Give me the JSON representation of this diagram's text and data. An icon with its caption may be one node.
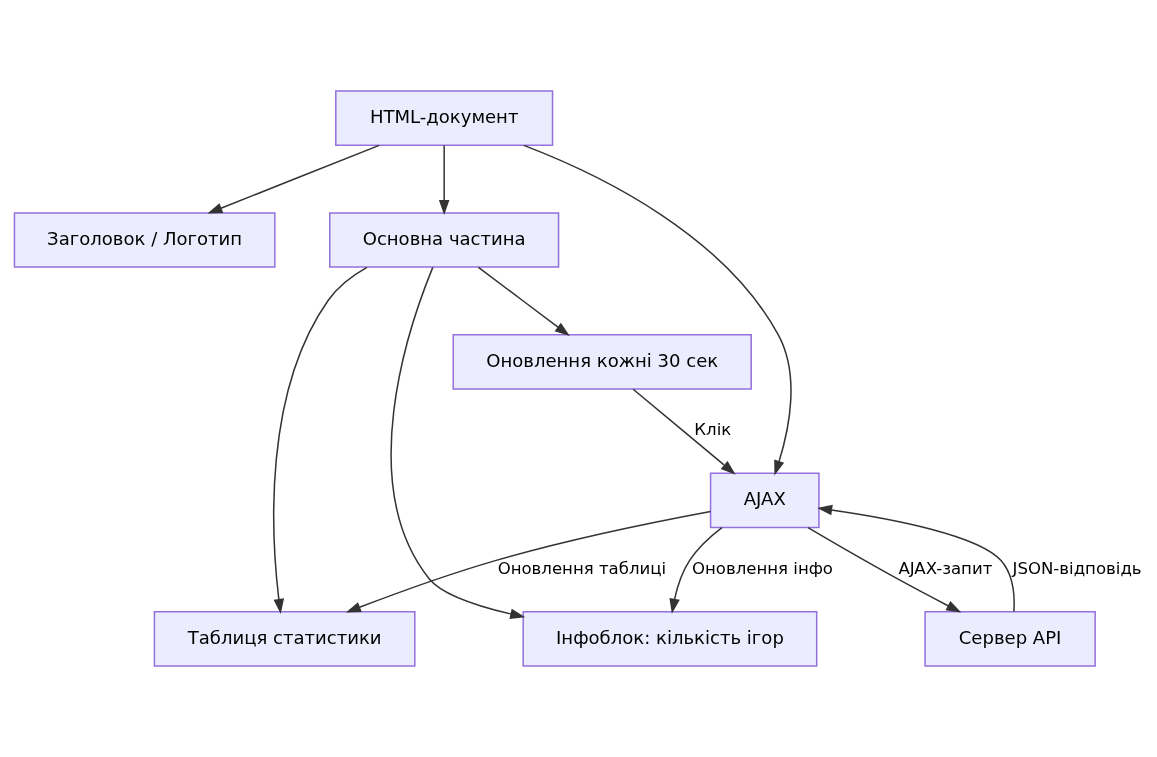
{
  "diagram": {
    "nodes": [
      {
        "text": [
          "HTML-документ"
        ]
      },
      {
        "text": [
          "Заголовок / Логотип"
        ]
      },
      {
        "text": [
          "Основна частина"
        ]
      },
      {
        "text": [
          "Оновлення кожні 30 сек"
        ]
      },
      {
        "text": [
          "AJAX"
        ]
      },
      {
        "text": [
          "Таблиця статистики"
        ]
      },
      {
        "text": [
          "Інфоблок: кількість ігор"
        ]
      },
      {
        "text": [
          "Сервер API"
        ]
      }
    ],
    "edges": [
      {
        "from": 0,
        "to": 1,
        "arrow": "to"
      },
      {
        "from": 0,
        "to": 2,
        "arrow": "to"
      },
      {
        "from": 0,
        "to": 4,
        "arrow": "to"
      },
      {
        "from": 2,
        "to": 5,
        "arrow": "to"
      },
      {
        "from": 2,
        "to": 6,
        "arrow": "to"
      },
      {
        "from": 2,
        "to": 3,
        "arrow": "to"
      },
      {
        "from": 3,
        "to": 4,
        "arrow": "to",
        "label": "Клік"
      },
      {
        "from": 4,
        "to": 5,
        "arrow": "to",
        "label": "Оновлення таблиці"
      },
      {
        "from": 4,
        "to": 6,
        "arrow": "to",
        "label": "Оновлення інфо"
      },
      {
        "from": 4,
        "to": 7,
        "arrow": "to",
        "label": "AJAX-запит"
      },
      {
        "from": 7,
        "to": 4,
        "arrow": "to",
        "label": "JSON-відповідь"
      }
    ]
  }
}
